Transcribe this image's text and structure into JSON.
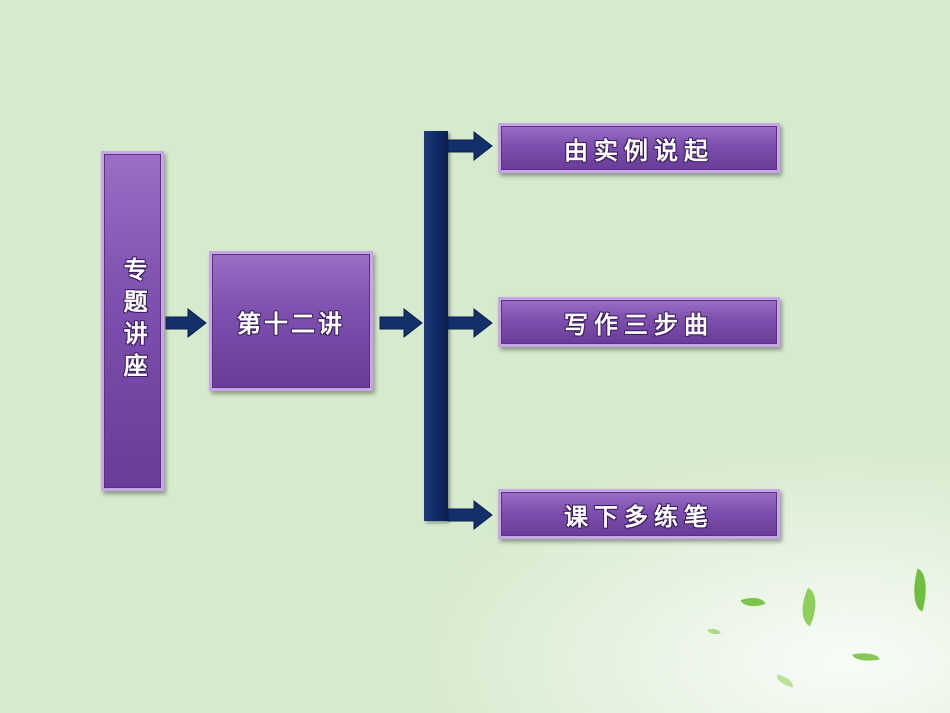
{
  "diagram": {
    "root_label": "专题讲座",
    "lecture_label": "第十二讲",
    "sections": [
      {
        "label": "由实例说起"
      },
      {
        "label": "写作三步曲"
      },
      {
        "label": "课下多练笔"
      }
    ]
  }
}
